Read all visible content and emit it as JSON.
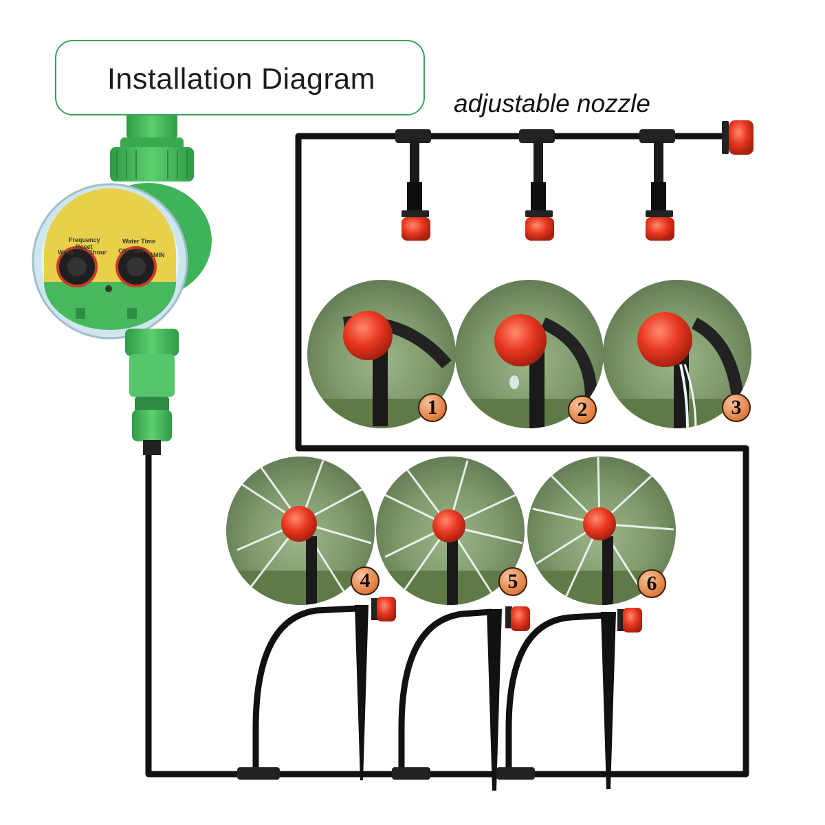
{
  "title": "Installation Diagram",
  "caption": "adjustable nozzle",
  "timer": {
    "frequency_label": "Frequency",
    "reset_label": "Reset",
    "week_label": "Week",
    "hour_label": "1hour",
    "water_time_label": "Water Time",
    "on_label": "ON",
    "off_label": "OFF",
    "min_label": "1MIN"
  },
  "spray_patterns": [
    {
      "number": "1"
    },
    {
      "number": "2"
    },
    {
      "number": "3"
    },
    {
      "number": "4"
    },
    {
      "number": "5"
    },
    {
      "number": "6"
    }
  ],
  "colors": {
    "frame": "#2a8f4a",
    "timer_green": "#3fb35a",
    "timer_yellow": "#e8d04a",
    "nozzle_red": "#e8361f",
    "tube": "#111111",
    "badge": "#e07c3e"
  }
}
